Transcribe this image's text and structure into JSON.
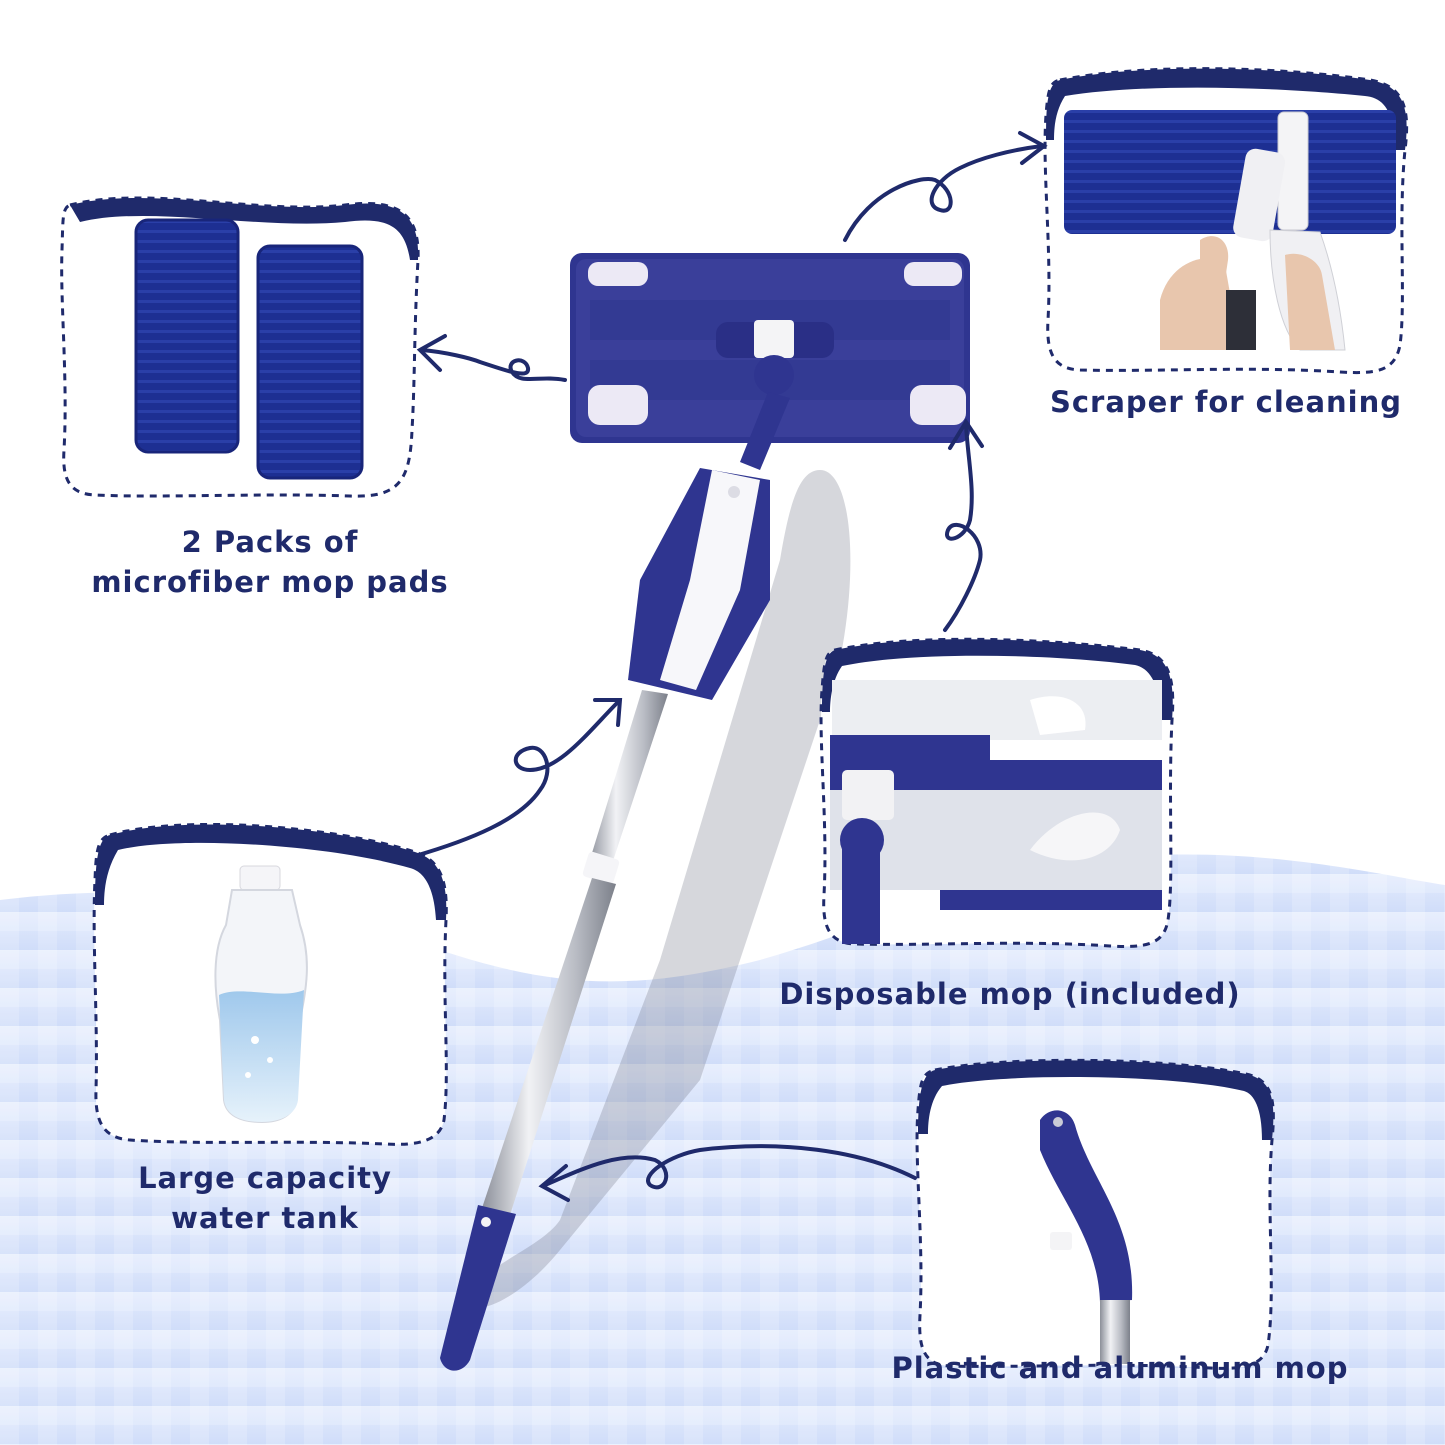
{
  "features": {
    "pads": {
      "line1": "2 Packs of",
      "line2": "microfiber mop pads"
    },
    "scraper": {
      "line1": "Scraper for cleaning"
    },
    "disposable": {
      "line1": "Disposable mop (included)"
    },
    "tank": {
      "line1": "Large capacity",
      "line2": "water tank"
    },
    "plastic": {
      "line1": "Plastic and aluminum mop"
    }
  },
  "colors": {
    "navy": "#1f2a6b",
    "mop_blue": "#3a3f9a",
    "floor": "#d9e4fb",
    "pad_blue": "#1e2f8f"
  }
}
